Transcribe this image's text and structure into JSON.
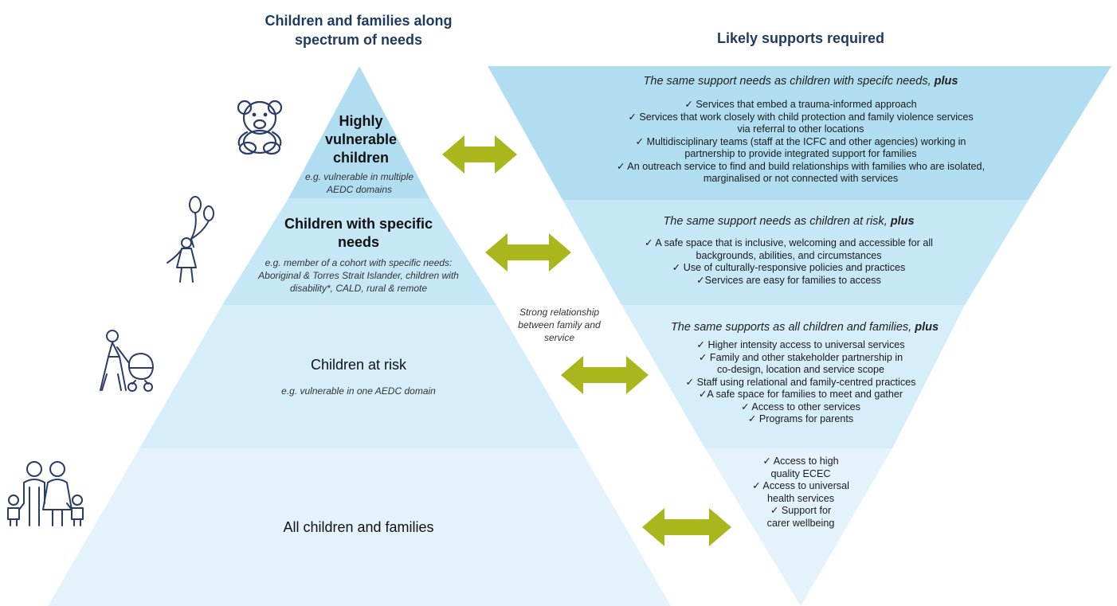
{
  "headers": {
    "left": "Children and families along spectrum of needs",
    "right": "Likely supports required"
  },
  "colors": {
    "tier1": "#b0def0",
    "tier2": "#c6e7f5",
    "tier3": "#d6eef9",
    "tier4": "#e4f3fb",
    "arrow": "#a9b61c",
    "heading": "#1f3a5f",
    "icon": "#2b3d66"
  },
  "icons": [
    "teddy-bear-icon",
    "child-with-balloons-icon",
    "parent-with-pram-icon",
    "family-icon",
    "double-arrow-icon"
  ],
  "pyramid": {
    "tiers": [
      {
        "title": "Highly vulnerable children",
        "subtitle": "e.g. vulnerable in multiple AEDC domains"
      },
      {
        "title": "Children with specific needs",
        "subtitle": "e.g. member of a cohort with specific needs: Aboriginal & Torres Strait Islander, children with disability*, CALD, rural & remote"
      },
      {
        "title": "Children at risk",
        "subtitle": "e.g. vulnerable in one AEDC domain"
      },
      {
        "title": "All children and families",
        "subtitle": ""
      }
    ]
  },
  "relationship_label": "Strong relationship between family and service",
  "supports": [
    {
      "heading": "The same support needs as children with specifc needs,",
      "plus": "plus",
      "items": [
        "✓ Services that embed a trauma-informed approach",
        "✓ Services that work closely with child protection and family violence services",
        "via referral to other locations",
        "✓ Multidisciplinary teams (staff at the ICFC and other agencies) working in",
        "partnership to provide integrated support for families",
        "✓ An outreach service to find and build relationships with families who are isolated,",
        "marginalised or not connected with services"
      ]
    },
    {
      "heading": "The same support needs as children at risk,",
      "plus": "plus",
      "items": [
        "✓ A safe space that is inclusive, welcoming and accessible for all",
        "backgrounds, abilities, and circumstances",
        "✓ Use of culturally-responsive policies and practices",
        "✓Services are easy for families to access"
      ]
    },
    {
      "heading": "The same supports as all children and families,",
      "plus": "plus",
      "items": [
        "✓ Higher intensity access to universal services",
        "✓ Family and other stakeholder partnership in",
        "co-design, location and service scope",
        "✓ Staff using relational and family-centred practices",
        "✓A safe space for families to meet and gather",
        "✓ Access to other services",
        "✓ Programs for parents"
      ]
    },
    {
      "heading": "",
      "plus": "",
      "items": [
        "✓ Access to high",
        "quality ECEC",
        "✓ Access to universal",
        "health services",
        "✓ Support for",
        "carer wellbeing"
      ]
    }
  ]
}
